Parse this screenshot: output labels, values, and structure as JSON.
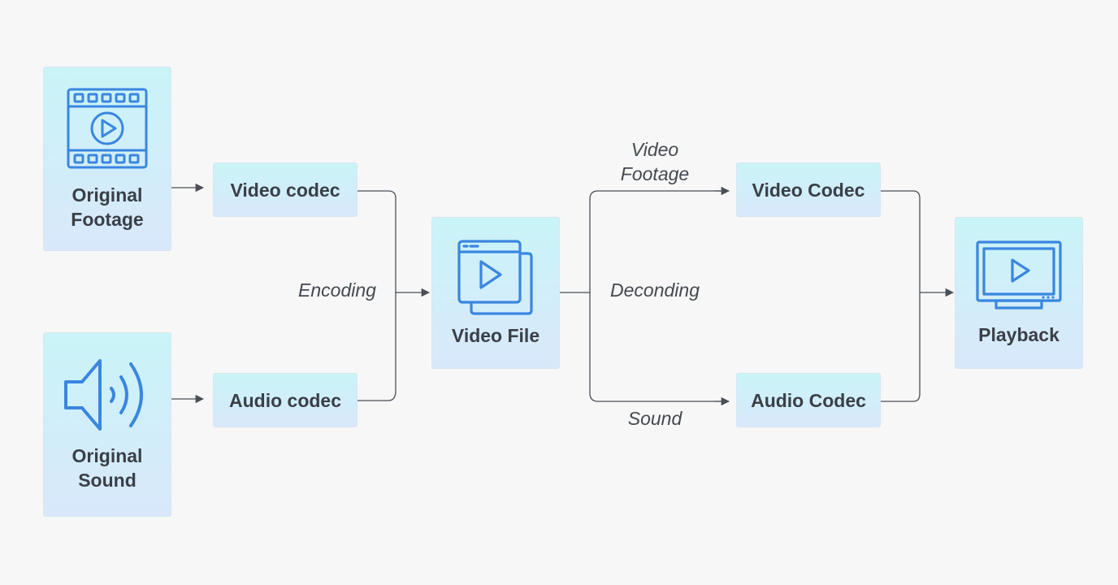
{
  "nodes": {
    "original_footage": {
      "label": "Original\nFootage",
      "icon": "film-play-icon"
    },
    "original_sound": {
      "label": "Original\nSound",
      "icon": "speaker-icon"
    },
    "video_codec_in": {
      "label": "Video codec"
    },
    "audio_codec_in": {
      "label": "Audio codec"
    },
    "video_file": {
      "label": "Video File",
      "icon": "video-files-icon"
    },
    "video_codec_out": {
      "label": "Video Codec"
    },
    "audio_codec_out": {
      "label": "Audio Codec"
    },
    "playback": {
      "label": "Playback",
      "icon": "monitor-play-icon"
    }
  },
  "edge_labels": {
    "encoding": "Encoding",
    "decoding": "Deconding",
    "video_footage": "Video\nFootage",
    "sound": "Sound"
  },
  "colors": {
    "icon": "#3a86e0",
    "line": "#4a4f56",
    "node_top": "#c9f4f8",
    "node_bottom": "#d9e8fb"
  }
}
